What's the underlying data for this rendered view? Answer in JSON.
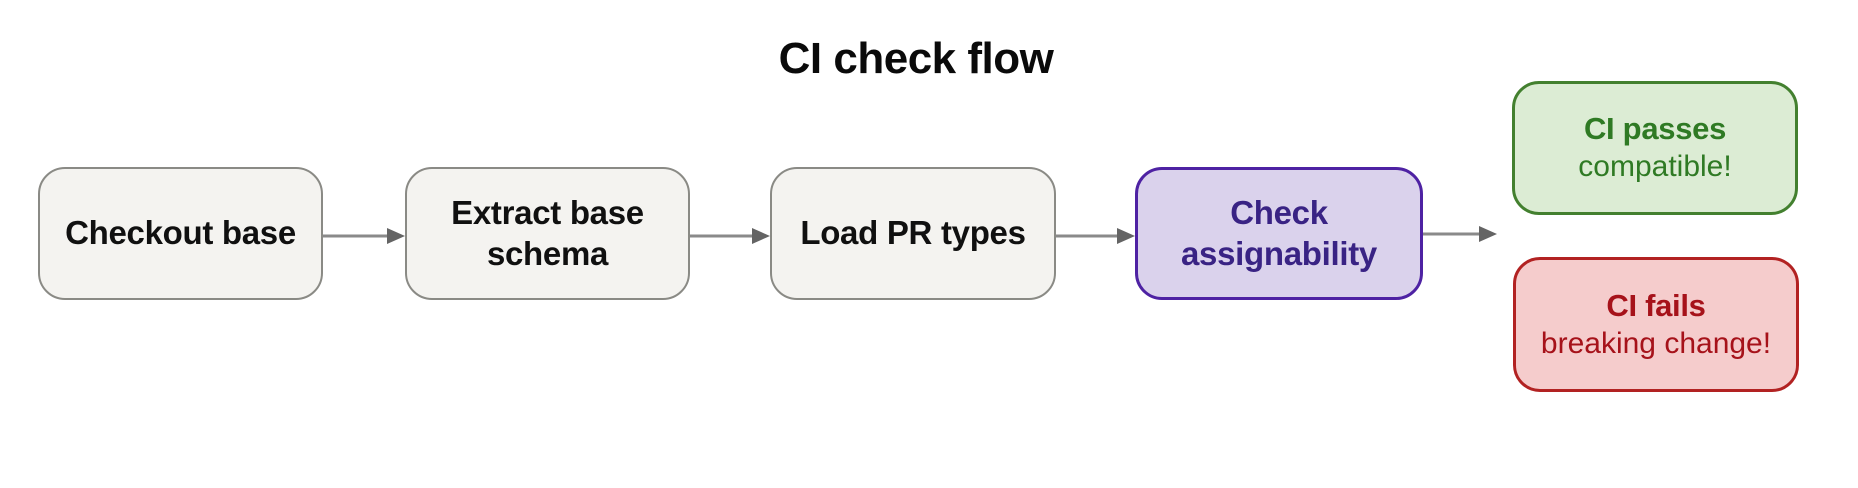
{
  "title": "CI check flow",
  "nodes": [
    {
      "id": "checkout-base",
      "label": "Checkout base",
      "variant": "default"
    },
    {
      "id": "extract-base-schema",
      "label": "Extract base schema",
      "variant": "default"
    },
    {
      "id": "load-pr-types",
      "label": "Load PR types",
      "variant": "default"
    },
    {
      "id": "check-assignability",
      "label": "Check assignability",
      "variant": "accent"
    },
    {
      "id": "ci-passes",
      "label": "CI passes",
      "sublabel": "compatible!",
      "variant": "success"
    },
    {
      "id": "ci-fails",
      "label": "CI fails",
      "sublabel": "breaking change!",
      "variant": "danger"
    }
  ],
  "edges": [
    {
      "from": "checkout-base",
      "to": "extract-base-schema"
    },
    {
      "from": "extract-base-schema",
      "to": "load-pr-types"
    },
    {
      "from": "load-pr-types",
      "to": "check-assignability"
    },
    {
      "from": "check-assignability",
      "to": "results"
    }
  ],
  "colors": {
    "canvas_bg": "#ffffff",
    "title_text": "#0a0a0a",
    "node_fill": "#f4f3f0",
    "node_border": "#8a8a85",
    "node_text": "#101010",
    "accent_fill": "#dad2ec",
    "accent_border": "#4e22a3",
    "accent_text": "#392384",
    "success_fill": "#dcecd4",
    "success_border": "#43802f",
    "success_text": "#2f7a24",
    "danger_fill": "#f5cccc",
    "danger_border": "#b22222",
    "danger_text": "#a6121a",
    "arrow_shaft": "#8a8a8a",
    "arrow_head": "#646464"
  }
}
